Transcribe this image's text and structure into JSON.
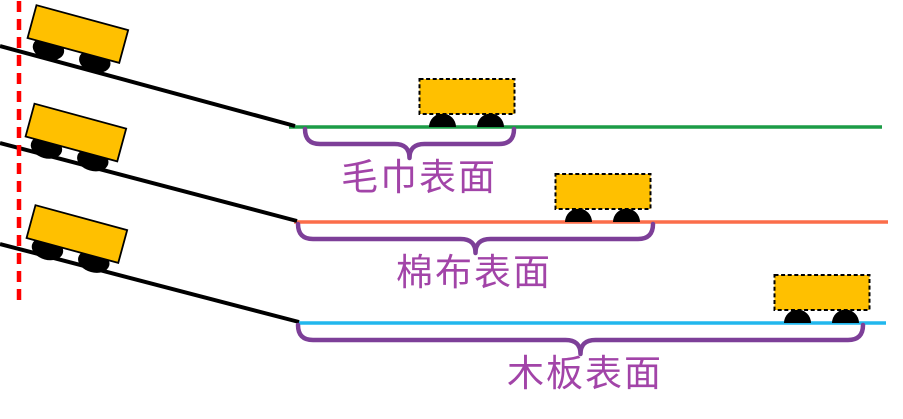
{
  "diagram": {
    "surfaces": [
      {
        "id": "towel",
        "label": "毛巾表面",
        "color": "#1B9C46"
      },
      {
        "id": "cotton",
        "label": "棉布表面",
        "color": "#FB6D4A"
      },
      {
        "id": "wood",
        "label": "木板表面",
        "color": "#21B7ED"
      }
    ],
    "colors": {
      "start_line": "#FF0000",
      "incline": "#000000",
      "brace": "#7D3F98",
      "label_text": "#A244A8",
      "cart_body": "#FFC000",
      "cart_wheel": "#000000",
      "background": "#FFFFFF"
    }
  }
}
